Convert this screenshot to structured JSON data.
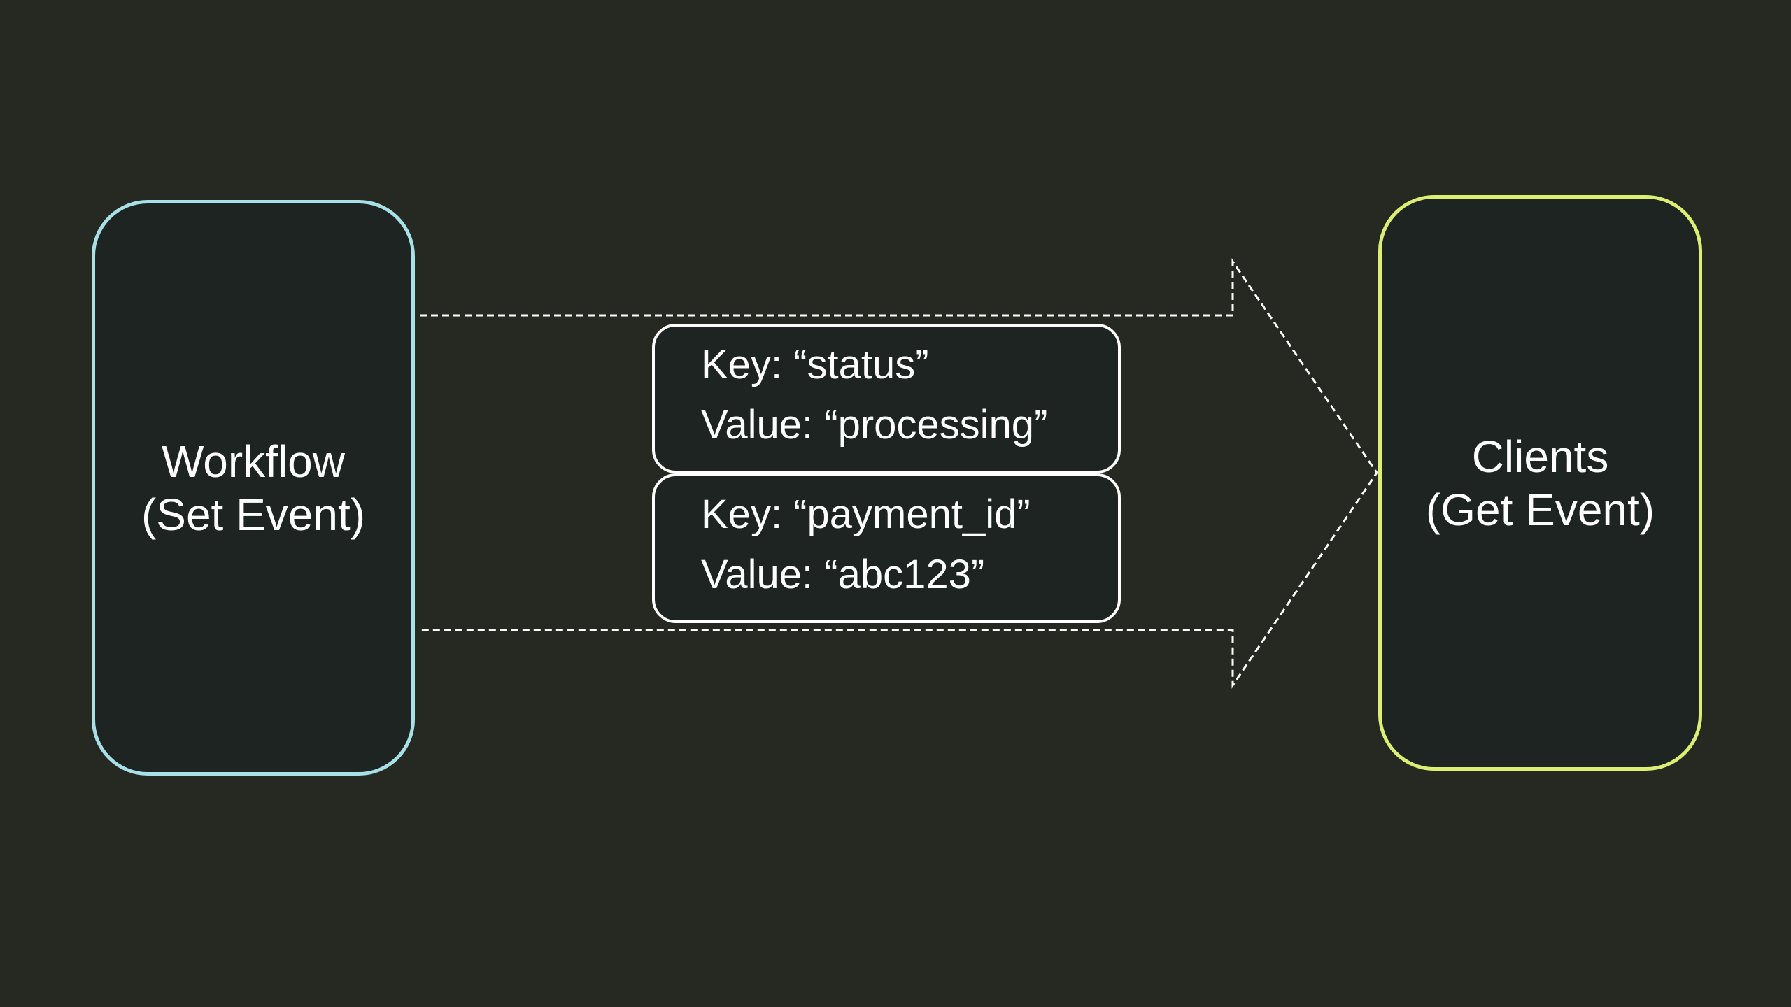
{
  "workflow": {
    "title": "Workflow",
    "subtitle": "(Set Event)"
  },
  "clients": {
    "title": "Clients",
    "subtitle": "(Get Event)"
  },
  "events": [
    {
      "key": "Key: “status”",
      "value": "Value: “processing”"
    },
    {
      "key": "Key: “payment_id”",
      "value": "Value: “abc123”"
    }
  ],
  "colors": {
    "background": "#262822",
    "node_fill": "#1e2422",
    "workflow_border": "#a7e0e6",
    "clients_border": "#dcef73",
    "kv_border": "#ffffff",
    "arrow_stroke": "#ffffff"
  }
}
